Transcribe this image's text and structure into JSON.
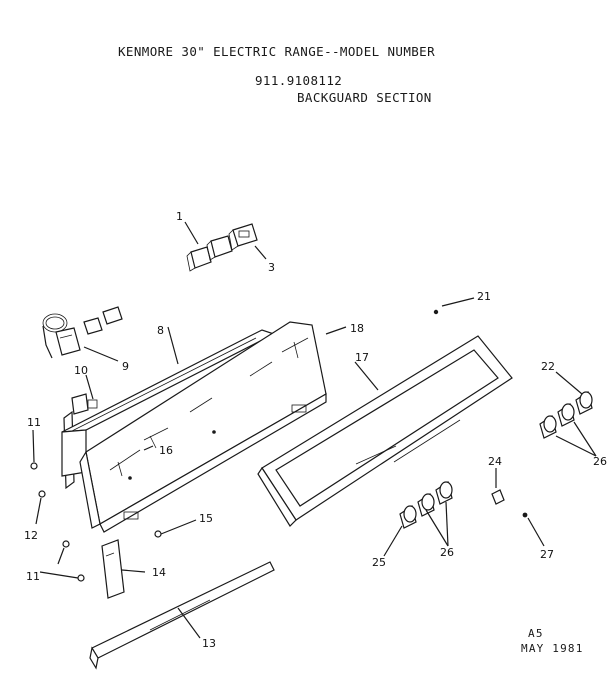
{
  "header": {
    "title": "KENMORE 30\" ELECTRIC RANGE--MODEL NUMBER",
    "model": "911.9108112",
    "section": "BACKGUARD SECTION"
  },
  "callouts": [
    "1",
    "3",
    "8",
    "9",
    "10",
    "11",
    "12",
    "11",
    "13",
    "14",
    "15",
    "16",
    "17",
    "18",
    "21",
    "22",
    "24",
    "25",
    "26",
    "26",
    "27"
  ],
  "footer": {
    "code": "A5",
    "date": "MAY 1981"
  },
  "colors": {
    "ink": "#1a1a1a",
    "paper": "#ffffff"
  }
}
